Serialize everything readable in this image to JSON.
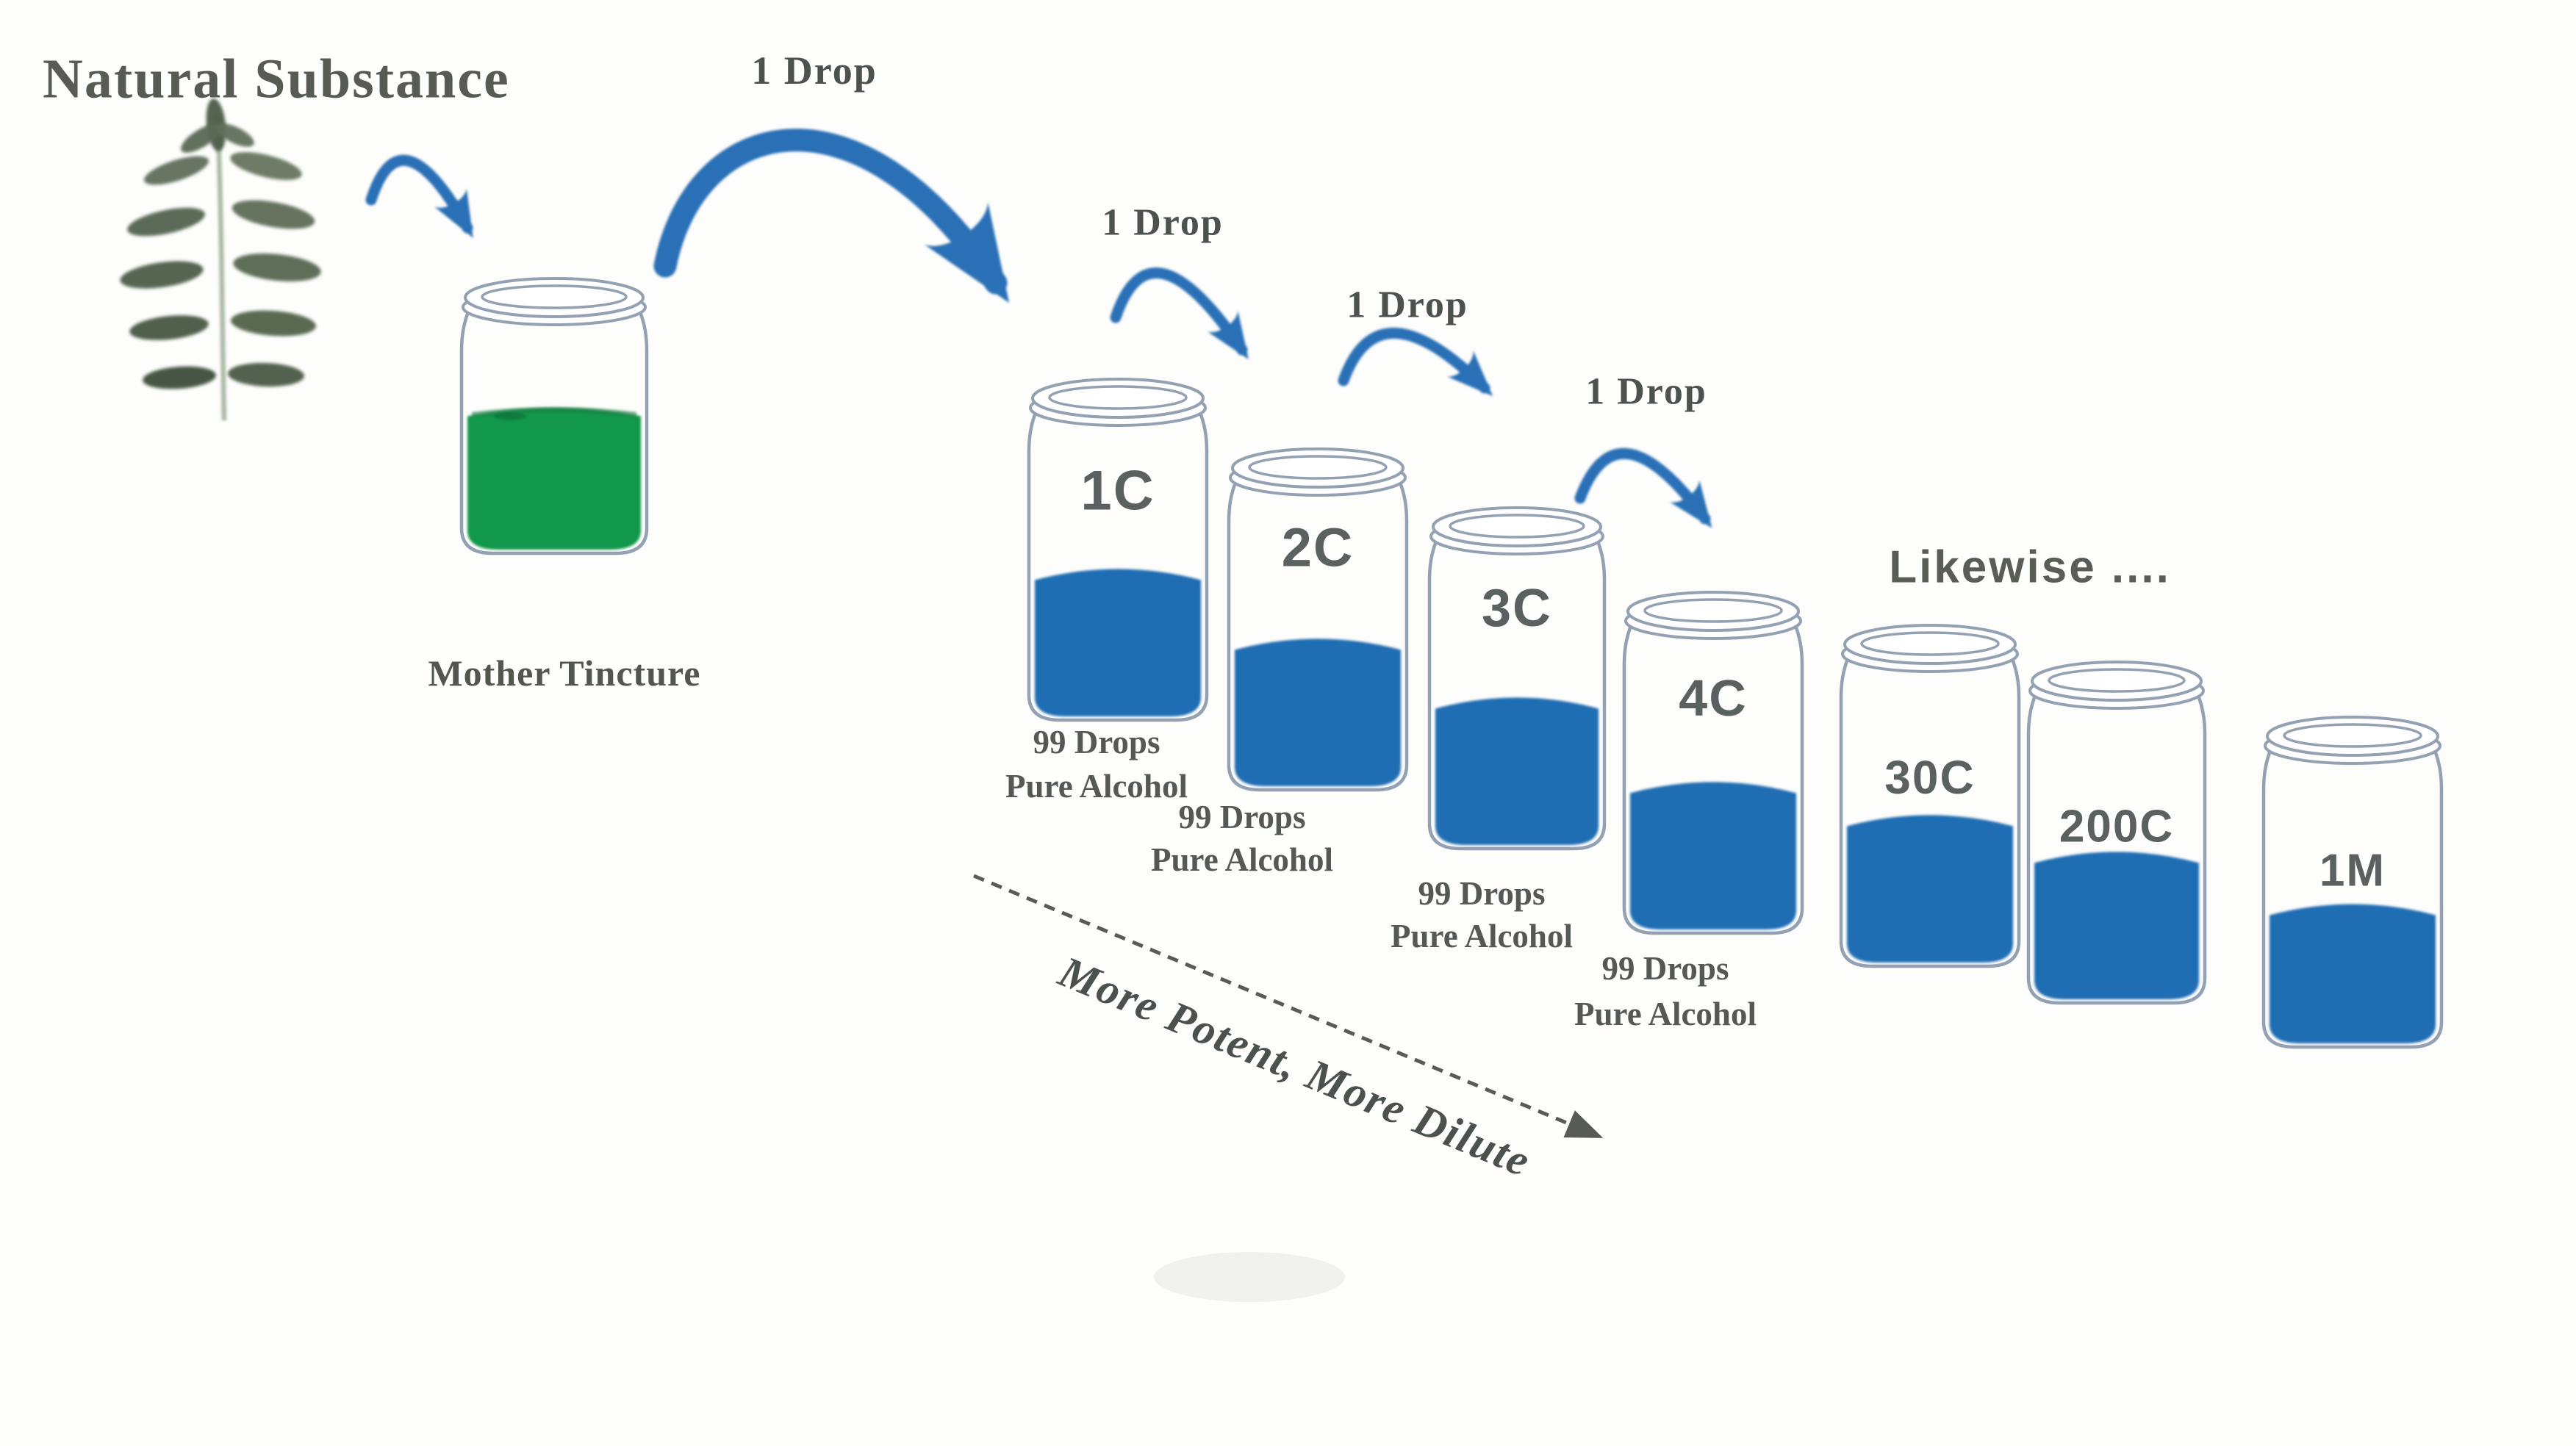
{
  "title": "Natural Substance",
  "source": {
    "plant_icon": "green-plant",
    "jar_label": "Mother Tincture"
  },
  "drop_labels": [
    "1 Drop",
    "1 Drop",
    "1 Drop",
    "1 Drop"
  ],
  "likewise_label": "Likewise ....",
  "jars": [
    {
      "label": "1C",
      "note_line1": "99 Drops",
      "note_line2": "Pure Alcohol"
    },
    {
      "label": "2C",
      "note_line1": "99 Drops",
      "note_line2": "Pure Alcohol"
    },
    {
      "label": "3C",
      "note_line1": "99 Drops",
      "note_line2": "Pure Alcohol"
    },
    {
      "label": "4C",
      "note_line1": "99 Drops",
      "note_line2": "Pure Alcohol"
    },
    {
      "label": "30C"
    },
    {
      "label": "200C"
    },
    {
      "label": "1M"
    }
  ],
  "diagonal_arrow_label": "More Potent, More Dilute",
  "colors": {
    "liquid_blue": "#1f6db3",
    "tincture_green": "#12984a",
    "tincture_green_edge": "#1a7a42",
    "arrow_blue": "#2a70b6",
    "jar_outline": "#93a1b3",
    "text_gray": "#555b53",
    "dashed_gray": "#575d56",
    "leaf_green_dark": "#46563f",
    "leaf_green_mid": "#5a6a55",
    "leaf_green_light": "#6b7a64"
  }
}
